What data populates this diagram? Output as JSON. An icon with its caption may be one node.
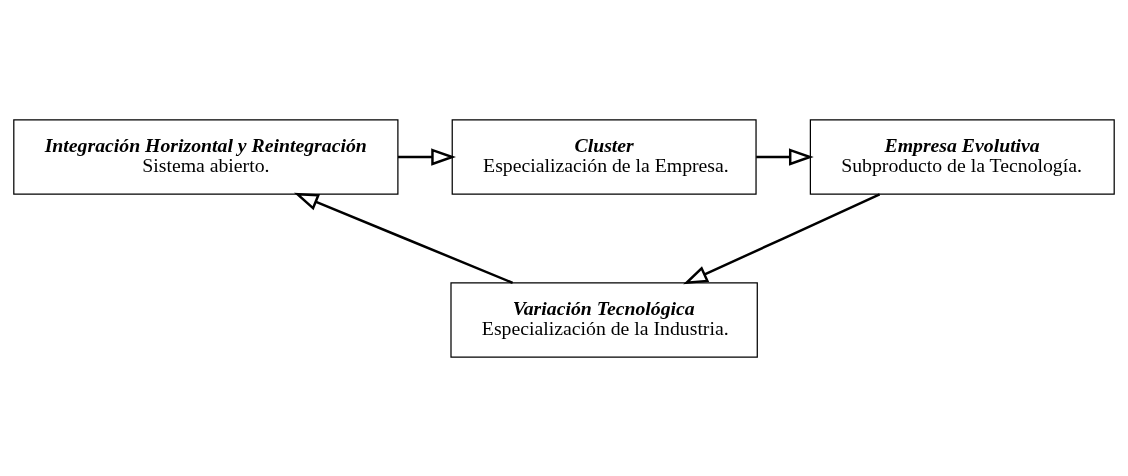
{
  "diagram": {
    "nodes": [
      {
        "text": [
          "Cluster",
          "Especialización de la Empresa."
        ]
      },
      {
        "text": [
          "Integración Horizontal y Reintegración",
          "Sistema abierto."
        ]
      },
      {
        "text": [
          "Empresa Evolutiva",
          "Subproducto de la Tecnología."
        ]
      },
      {
        "text": [
          "Variación Tecnológica",
          "Especialización de la Industria."
        ]
      }
    ],
    "edges": [
      {
        "from": 0,
        "to": 2,
        "arrow": "to"
      },
      {
        "from": 2,
        "to": 3,
        "arrow": "to"
      },
      {
        "from": 3,
        "to": 1,
        "arrow": "to"
      },
      {
        "from": 1,
        "to": 0,
        "arrow": "to"
      }
    ]
  }
}
